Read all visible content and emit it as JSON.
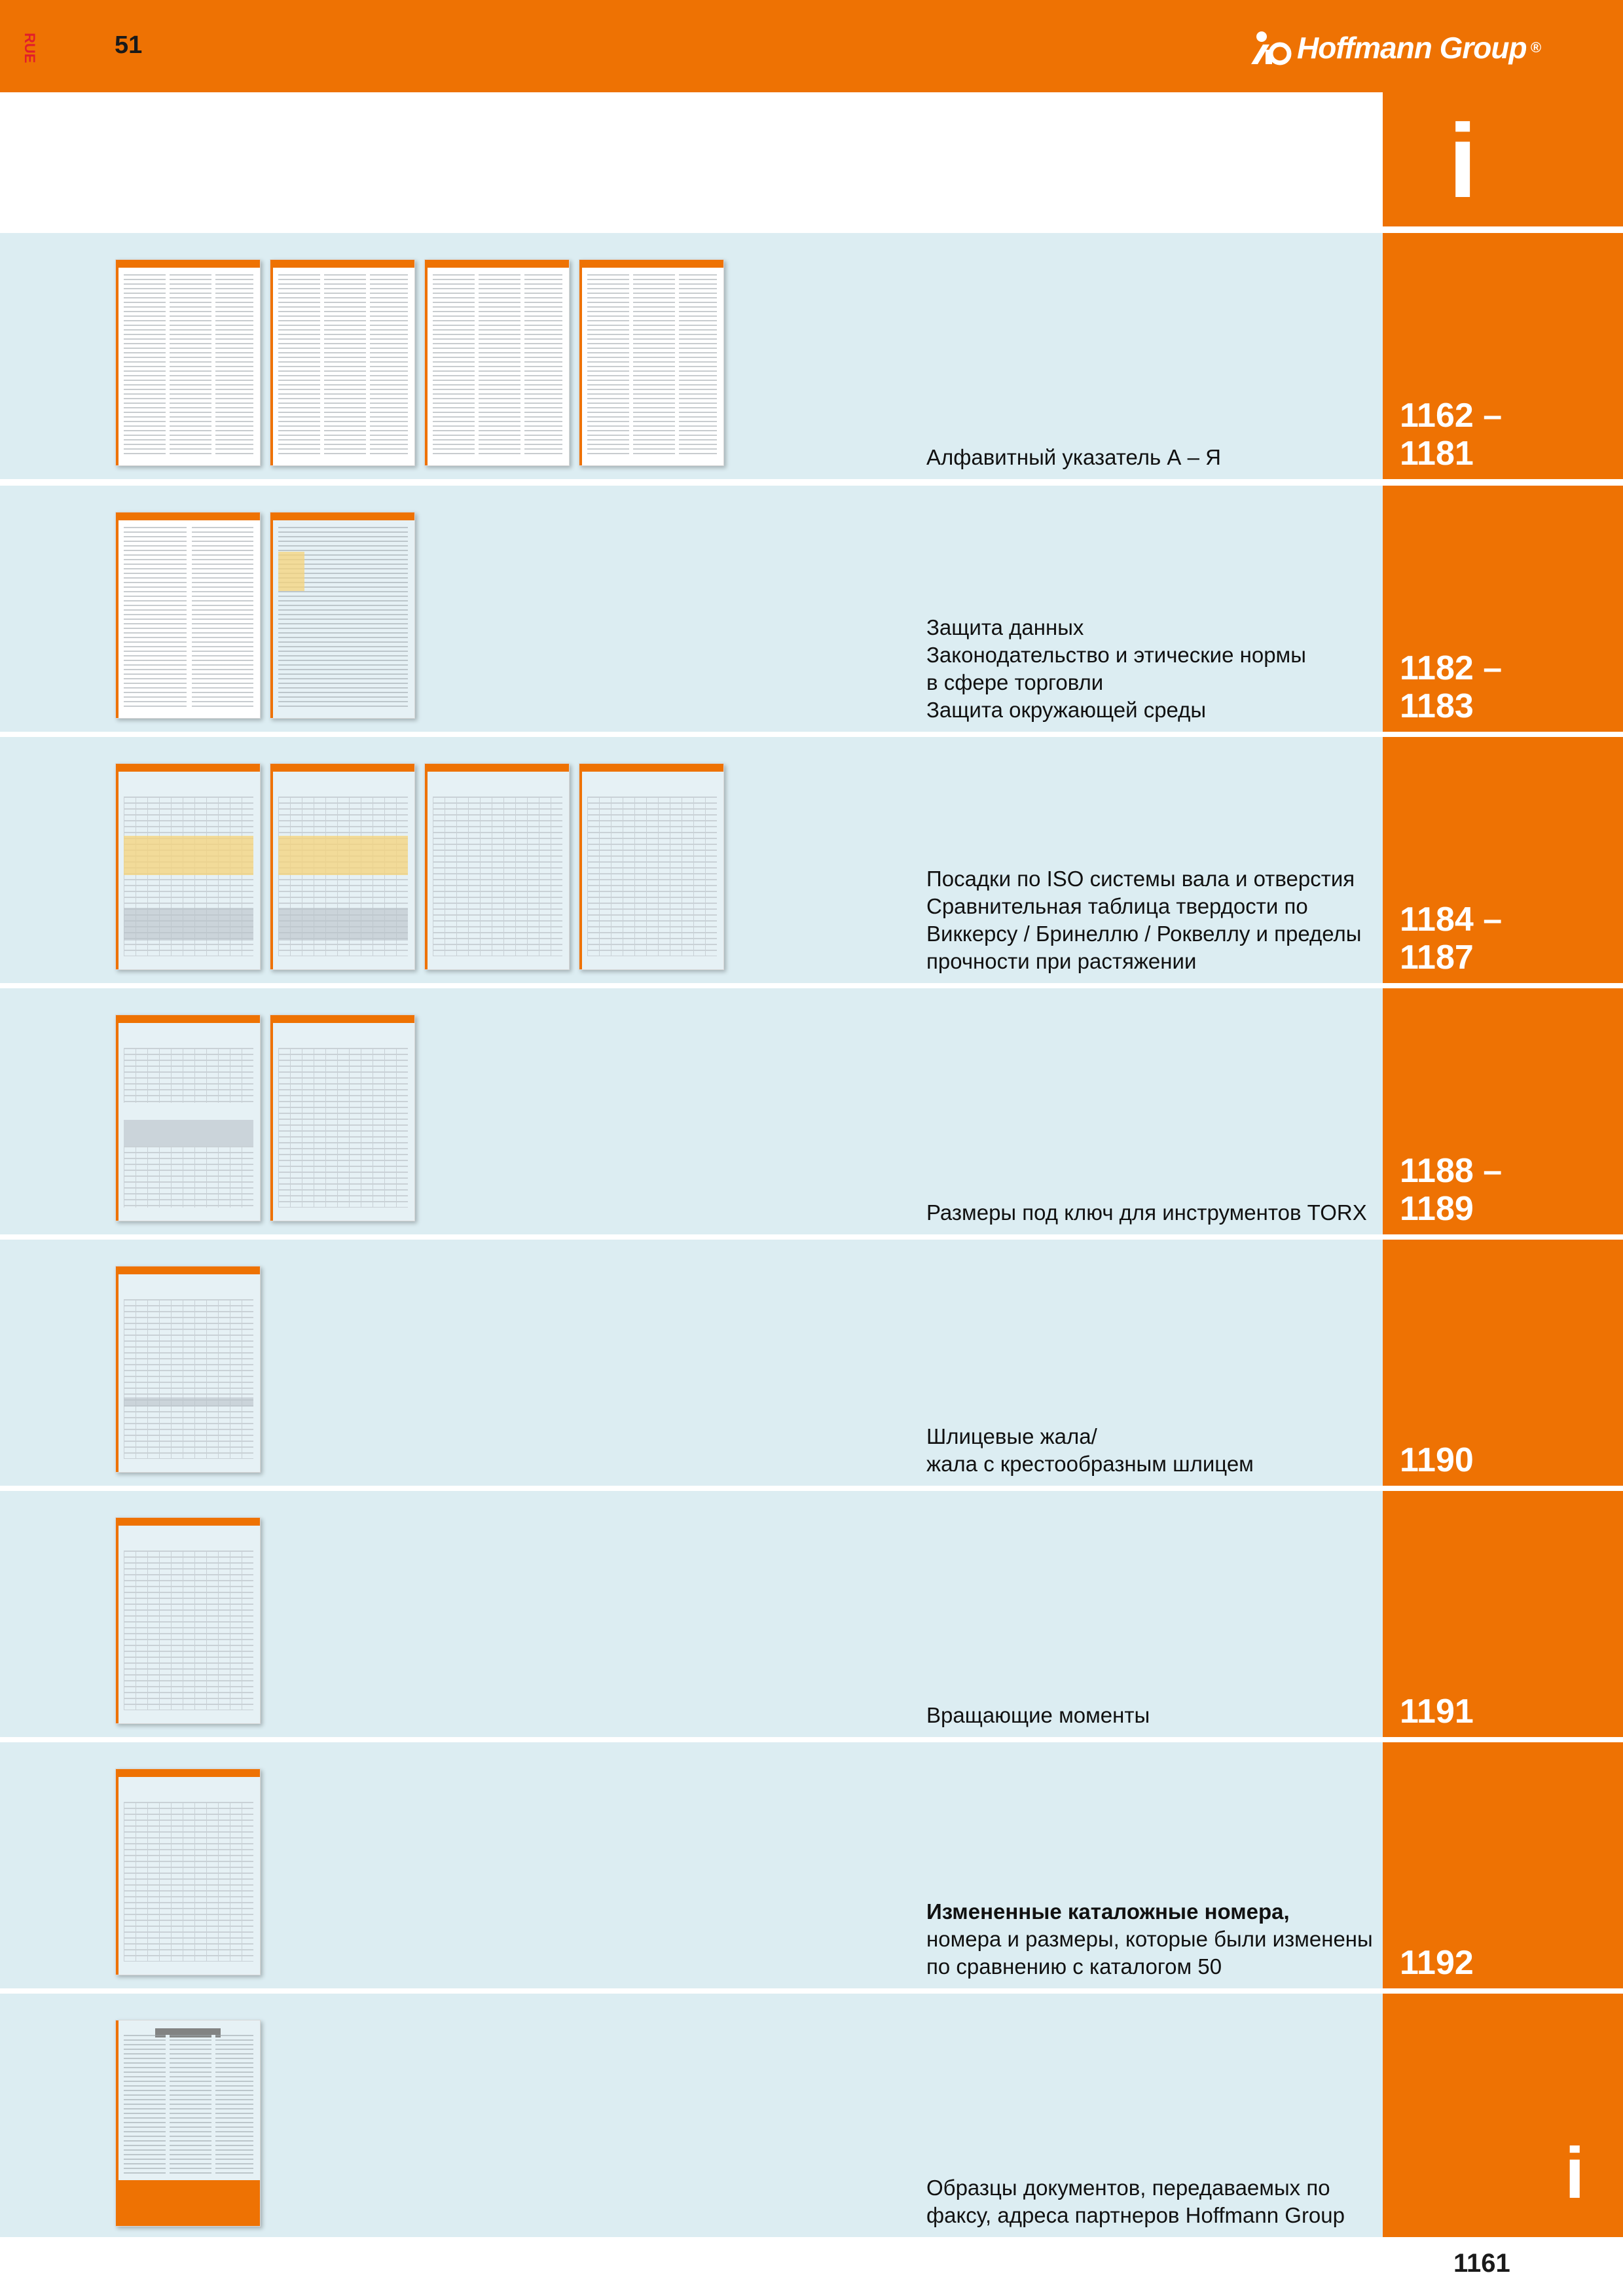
{
  "header": {
    "lang_code": "RUE",
    "catalog_number": "51",
    "brand_name": "Hoffmann Group",
    "brand_reg": "®",
    "tab_glyph": "i"
  },
  "colors": {
    "accent": "#ee7203",
    "section_bg": "#dcedf2",
    "lang": "#e21d2b"
  },
  "sections": [
    {
      "lines": [
        "Алфавитный указатель А – Я"
      ],
      "pages": "1162 –\n1181",
      "thumb_count": 4
    },
    {
      "lines": [
        "Защита данных",
        "Законодательство и этические нормы",
        "в сфере торговли",
        "Защита окружающей среды"
      ],
      "pages": "1182 –\n1183",
      "thumb_count": 2
    },
    {
      "lines": [
        "Посадки по ISO системы вала и отверстия",
        "Сравнительная таблица твердости по",
        "Виккерсу / Бринеллю / Роквеллу и пределы",
        "прочности при растяжении"
      ],
      "pages": "1184 –\n1187",
      "thumb_count": 4
    },
    {
      "lines": [
        "Размеры под ключ для инструментов TORX"
      ],
      "pages": "1188 –\n1189",
      "thumb_count": 2
    },
    {
      "lines": [
        "Шлицевые жала/",
        "жала с крестообразным шлицем"
      ],
      "pages": "1190",
      "thumb_count": 1
    },
    {
      "lines": [
        "Вращающие моменты"
      ],
      "pages": "1191",
      "thumb_count": 1
    },
    {
      "lines": [
        "Измененные каталожные номера,",
        "номера и размеры, которые были изменены",
        "по сравнению с каталогом 50"
      ],
      "bold_first": true,
      "pages": "1192",
      "thumb_count": 1
    },
    {
      "lines": [
        "Образцы документов, передаваемых по",
        "факсу, адреса партнеров Hoffmann Group"
      ],
      "pages": "",
      "tab_icon": "i",
      "thumb_count": 1
    }
  ],
  "footer": {
    "page_number": "1161"
  }
}
